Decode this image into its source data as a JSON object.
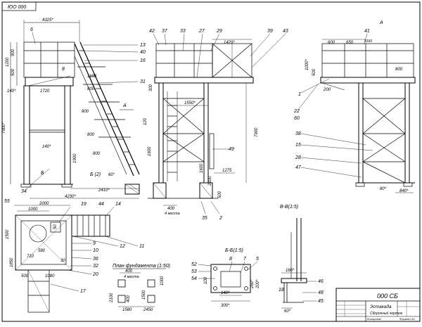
{
  "stamp": {
    "code": "ЮО 000"
  },
  "title_block": {
    "designation": "000 СБ",
    "name": "Эстакада",
    "subtitle": "Сборочный чертеж",
    "format_note": "Копировал",
    "format": "Формат А1"
  },
  "views": {
    "side": {
      "dims": {
        "top_width": "4325*",
        "h_1200": "1200",
        "h_900": "900",
        "h_500": "500",
        "h_7900": "7900*",
        "w_1720": "1720",
        "w_140": "140*",
        "w_140b": "140*",
        "d_800a": "800",
        "d_800b": "800",
        "d_800c": "800",
        "d_800d": "800",
        "d_1100": "1100",
        "d_1900": "1900",
        "ang_60": "60°",
        "d_2410": "2410*",
        "d_4230": "4230*"
      },
      "callouts": {
        "n6": "6",
        "n13": "13",
        "n40": "40",
        "n8": "8",
        "n16": "16",
        "n31": "31",
        "n34": "34",
        "cut_a": "А",
        "cut_b": "Б",
        "cut_b2": "Б (2)"
      }
    },
    "front": {
      "dims": {
        "d_1429": "1429*",
        "d_1550": "1550*",
        "d_7900": "7900",
        "d_1275": "1275",
        "d_1600": "1600",
        "d_1600b": "1600",
        "d_300": "300",
        "d_120": "120",
        "d_500": "500",
        "d_400": "400",
        "d_4mest": "4 места",
        "d_2100": "2100"
      },
      "callouts": {
        "n42": "42",
        "n37": "37",
        "n33": "33",
        "n27": "27",
        "n29": "29",
        "n39": "39",
        "n43": "43",
        "n49": "49",
        "n35": "35",
        "n2": "2"
      }
    },
    "view_a": {
      "label": "А",
      "dims": {
        "d_600": "600",
        "d_650": "650",
        "d_1000": "1000*",
        "d_500": "500",
        "d_800": "800",
        "d_200": "200",
        "d_80": "80*",
        "d_840": "840*",
        "d_9160": "9160"
      },
      "callouts": {
        "n41": "41",
        "n1": "1",
        "n22": "22",
        "n60": "60",
        "n38": "38",
        "n15": "15",
        "n28": "28",
        "n47": "47"
      }
    },
    "plan": {
      "dims": {
        "d_2000": "2000",
        "d_1000": "1000",
        "d_710": "710",
        "d_580": "580",
        "d_500": "500",
        "d_1500": "1500",
        "d_1850": "1850",
        "d_1080": "1080",
        "d_50": "50",
        "d_30": "30"
      },
      "callouts": {
        "n19": "19",
        "n44": "44",
        "n14": "14",
        "n12": "12",
        "n11": "11",
        "n9": "9",
        "n10": "10",
        "n36": "36",
        "n32": "32",
        "n20": "20",
        "n17": "17",
        "n55": "55"
      }
    },
    "foundation": {
      "title": "План фундамента (1:50)",
      "dims": {
        "d_400": "400",
        "d_4mest": "4 места",
        "d_1000": "1000",
        "d_2100": "2100",
        "d_1500": "1500",
        "d_1580": "1580",
        "d_2450": "2450",
        "d_400b": "400"
      }
    },
    "section_bb": {
      "title": "Б-Б(1:5)",
      "dims": {
        "d_140": "140*",
        "d_300": "300*",
        "d_260": "260*",
        "d_200": "200*",
        "d_100": "100"
      },
      "callouts": {
        "n52": "52",
        "n53": "53",
        "n54": "54",
        "n8": "8",
        "n7": "7",
        "n5": "5"
      }
    },
    "section_vv": {
      "title": "В-В(1:5)",
      "dims": {
        "d_180": "180*",
        "d_60": "60*"
      },
      "callouts": {
        "n46": "46",
        "n48": "48",
        "n45": "45",
        "n18": "18"
      }
    }
  }
}
